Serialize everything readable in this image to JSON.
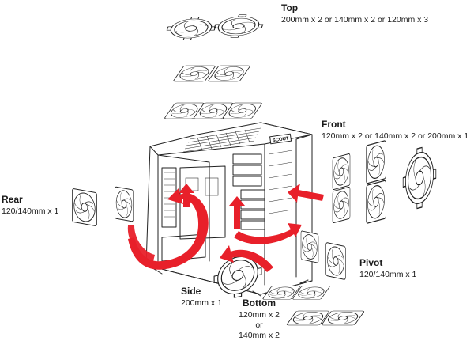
{
  "colors": {
    "airflow": "#e8202a",
    "line": "#222222"
  },
  "labels": {
    "top": {
      "title": "Top",
      "spec": "200mm x 2  or  140mm x 2  or  120mm x 3"
    },
    "front": {
      "title": "Front",
      "spec": "120mm x 2  or  140mm x 2  or  200mm x 1"
    },
    "rear": {
      "title": "Rear",
      "spec": "120/140mm x 1"
    },
    "pivot": {
      "title": "Pivot",
      "spec": "120/140mm x 1"
    },
    "side": {
      "title": "Side",
      "spec": "200mm x 1"
    },
    "bottom": {
      "title": "Bottom",
      "spec1": "120mm x 2",
      "or": "or",
      "spec2": "140mm x 2"
    }
  },
  "case_badge": "SCOUT"
}
